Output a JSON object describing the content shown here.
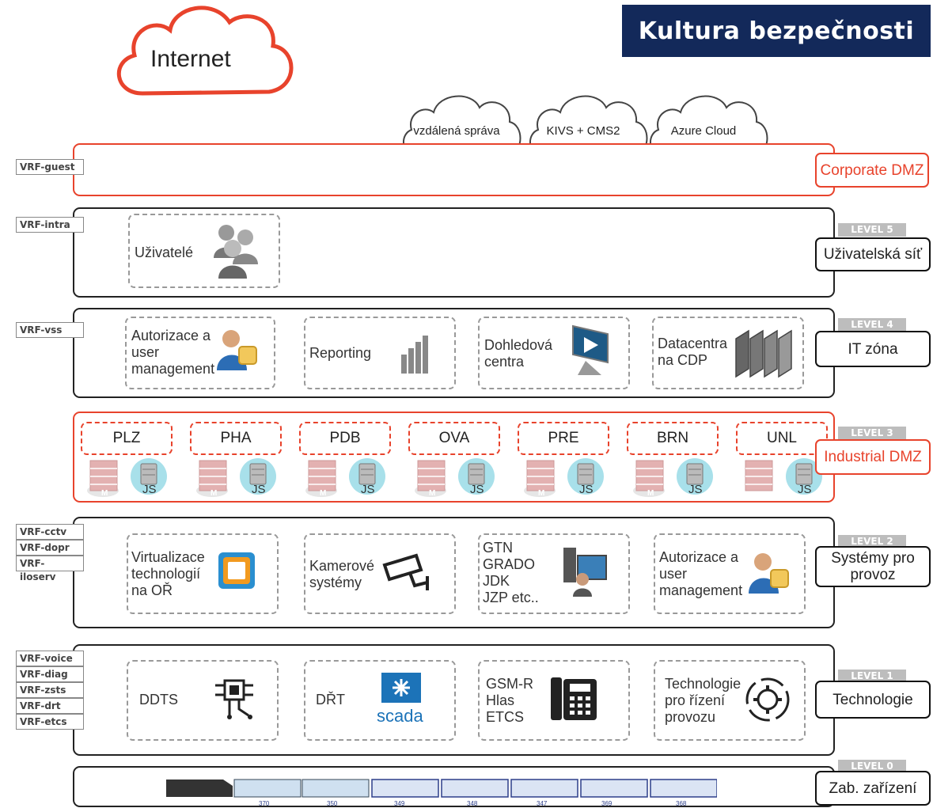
{
  "title": "Kultura bezpečnosti",
  "internet": "Internet",
  "clouds": [
    "vzdálená správa",
    "KIVS + CMS2",
    "Azure Cloud"
  ],
  "vrf": {
    "guest": "VRF-guest",
    "intra": "VRF-intra",
    "vss": "VRF-vss",
    "l2": [
      "VRF-cctv",
      "VRF-dopr",
      "VRF-iloserv"
    ],
    "l1": [
      "VRF-voice",
      "VRF-diag",
      "VRF-zsts",
      "VRF-drt",
      "VRF-etcs"
    ]
  },
  "levels": {
    "corporate": "Corporate DMZ",
    "l5": {
      "tag": "LEVEL 5",
      "label": "Uživatelská síť"
    },
    "l4": {
      "tag": "LEVEL 4",
      "label": "IT zóna"
    },
    "l3": {
      "tag": "LEVEL 3",
      "label": "Industrial DMZ"
    },
    "l2": {
      "tag": "LEVEL 2",
      "label": "Systémy pro provoz"
    },
    "l1": {
      "tag": "LEVEL 1",
      "label": "Technologie"
    },
    "l0": {
      "tag": "LEVEL 0",
      "label": "Zab. zařízení"
    }
  },
  "l5_items": [
    "Uživatelé"
  ],
  "l4_items": [
    "Autorizace a\nuser\nmanagement",
    "Reporting",
    "Dohledová\ncentra",
    "Datacentra\nna CDP"
  ],
  "sites": [
    "PLZ",
    "PHA",
    "PDB",
    "OVA",
    "PRE",
    "BRN",
    "UNL"
  ],
  "site_badges": {
    "m": "M",
    "js": "JS"
  },
  "l2_items": [
    "Virtualizace\ntechnologií\nna OŘ",
    "Kamerové\nsystémy",
    "GTN\nGRADO\nJDK\nJZP etc..",
    "Autorizace a\nuser\nmanagement"
  ],
  "l1_items": [
    "DDTS",
    "DŘT",
    "GSM-R\nHlas\nETCS",
    "Technologie\npro řízení\nprovozu"
  ],
  "scada": "scada",
  "train_numbers": [
    "370",
    "350",
    "349",
    "348",
    "347",
    "369",
    "368"
  ],
  "colors": {
    "navy": "#13295a",
    "red": "#e8432c",
    "tag": "#bdbdbd"
  }
}
